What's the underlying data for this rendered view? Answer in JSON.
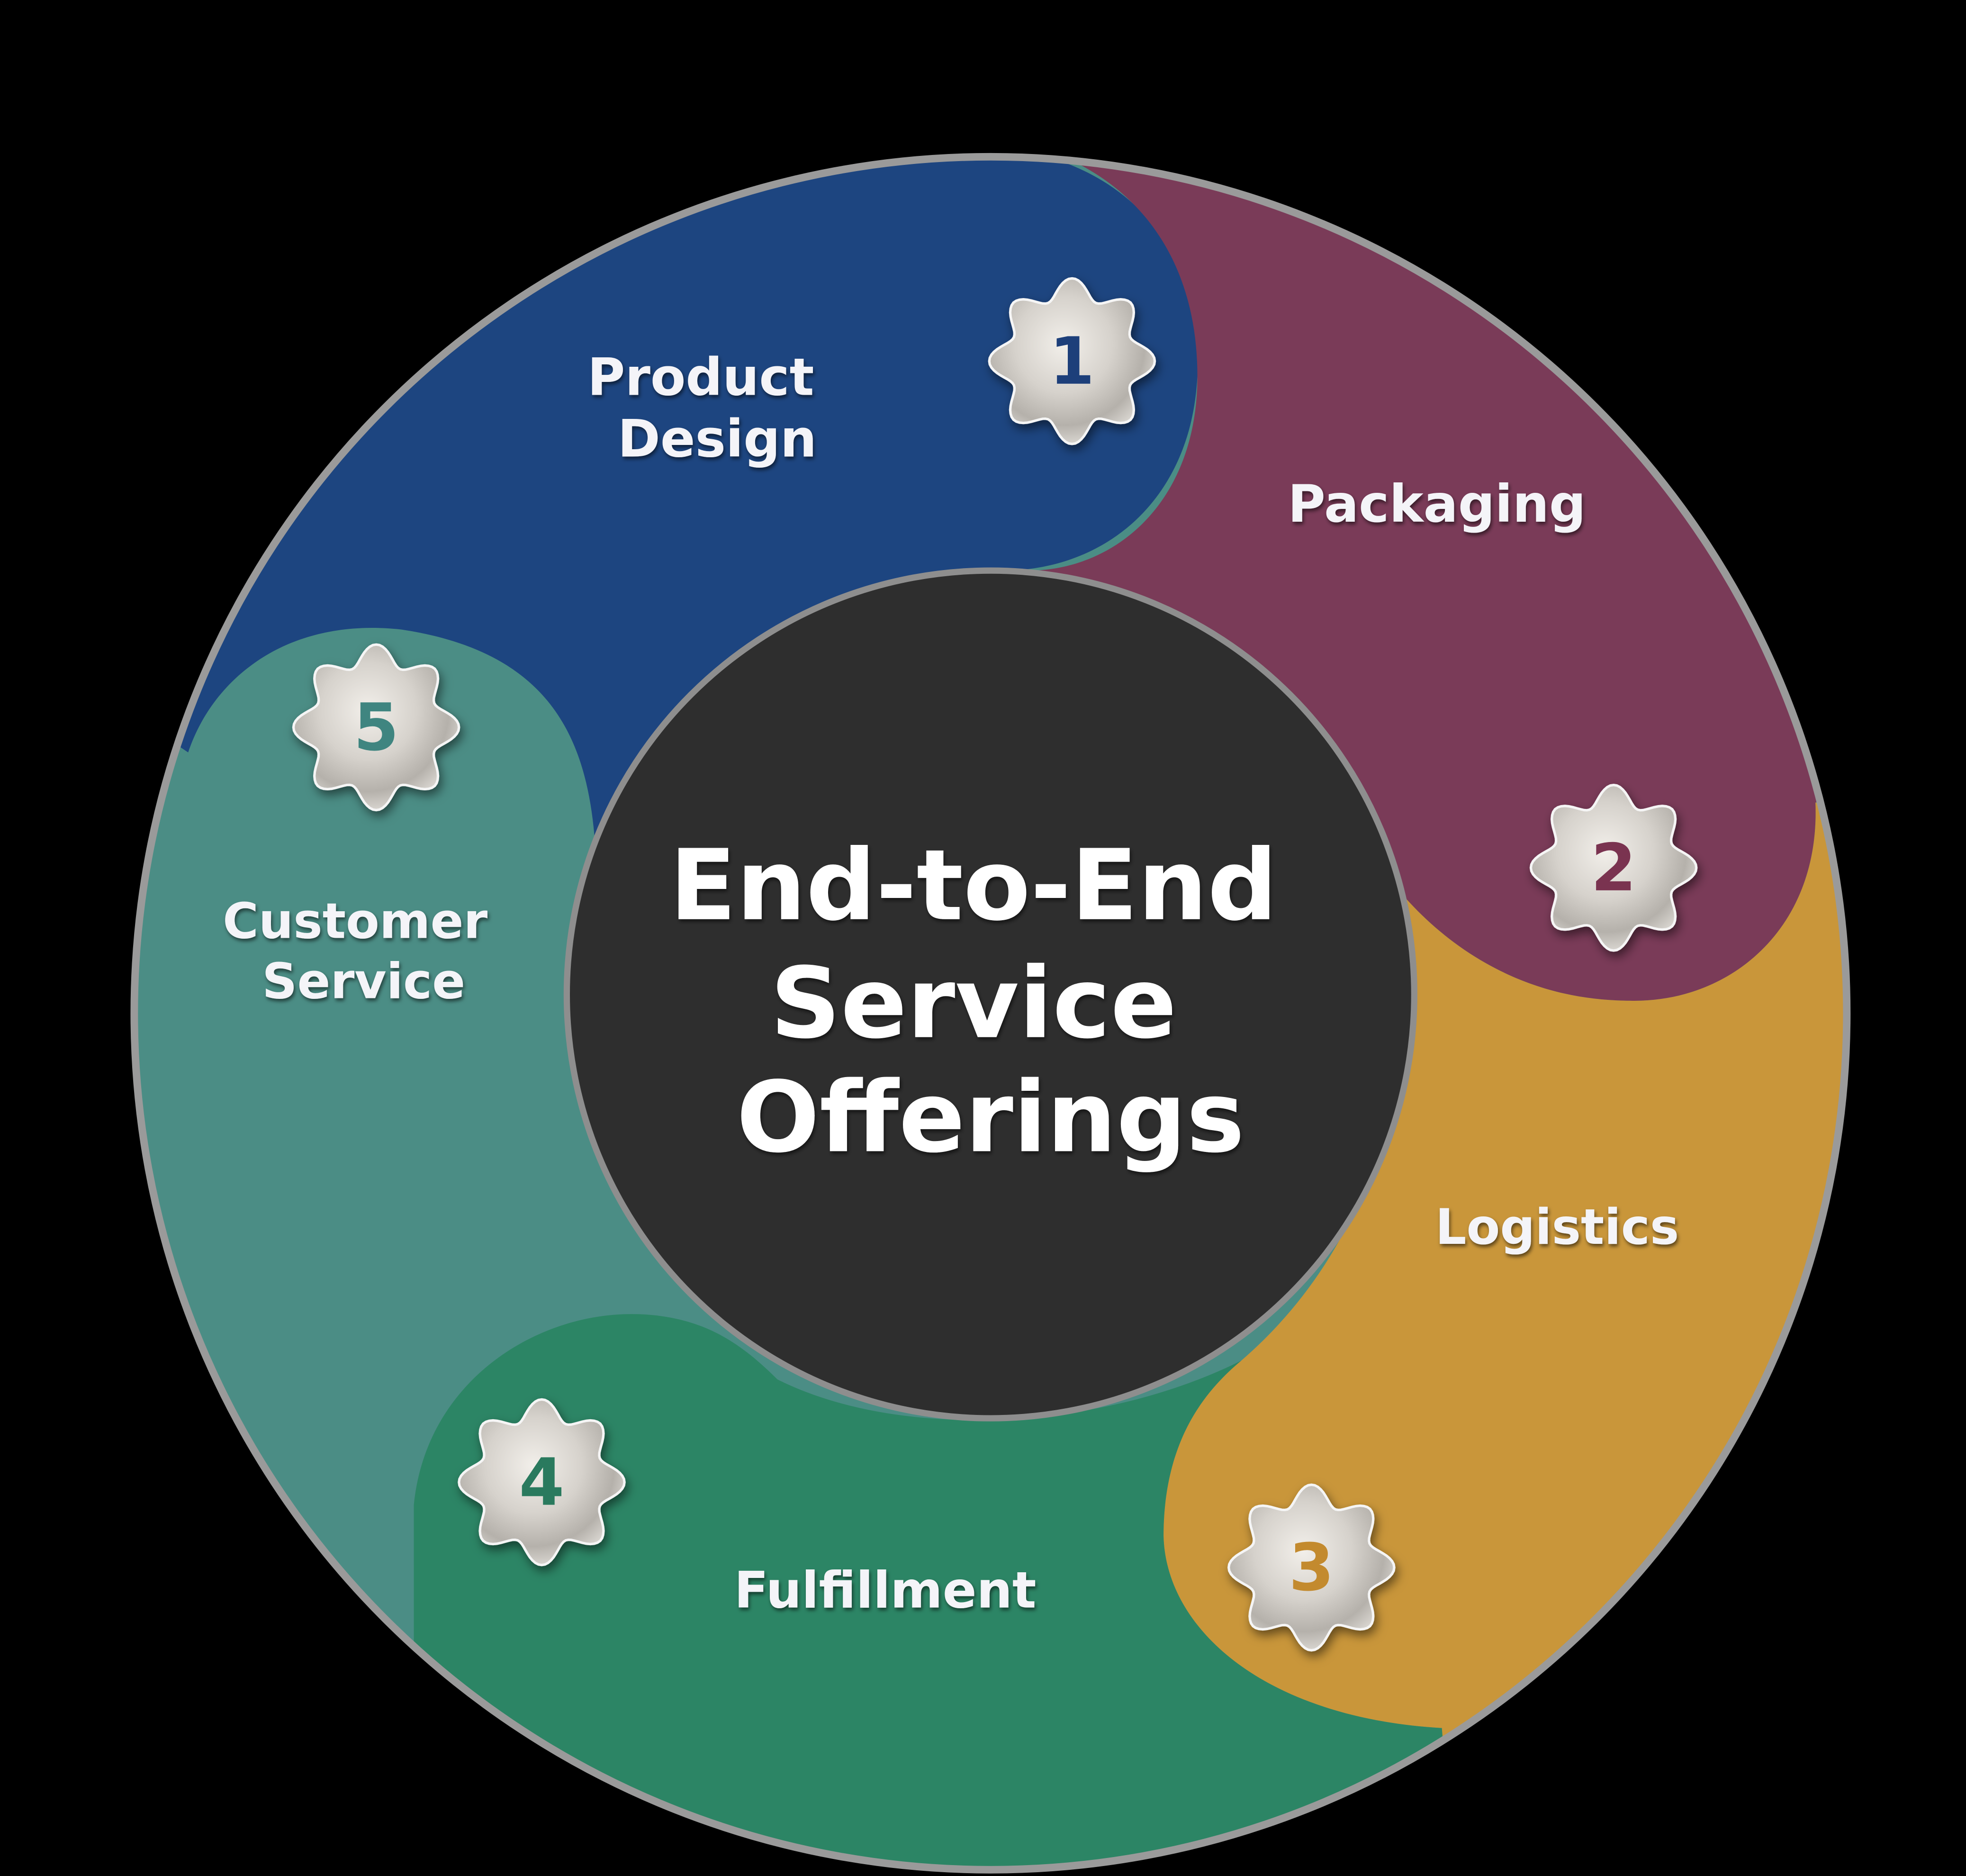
{
  "center": {
    "title_lines": [
      "End-to-End",
      "Service",
      "Offerings"
    ]
  },
  "segments": [
    {
      "number": "1",
      "label_lines": [
        "Product",
        "Design"
      ],
      "color": "#1d4580",
      "num_color": "#1d3f7a"
    },
    {
      "number": "2",
      "label_lines": [
        "Packaging"
      ],
      "color": "#7a3b58",
      "num_color": "#7a3350"
    },
    {
      "number": "3",
      "label_lines": [
        "Logistics"
      ],
      "color": "#c9963a",
      "num_color": "#c38a2e"
    },
    {
      "number": "4",
      "label_lines": [
        "Fulfillment"
      ],
      "color": "#2c8565",
      "num_color": "#2a7a5e"
    },
    {
      "number": "5",
      "label_lines": [
        "Customer",
        "Service"
      ],
      "color": "#4b8d85",
      "num_color": "#3f8580"
    }
  ],
  "colors": {
    "background": "#000000",
    "ring_border": "#9a9a9a",
    "center_fill": "#2e2e2e"
  }
}
